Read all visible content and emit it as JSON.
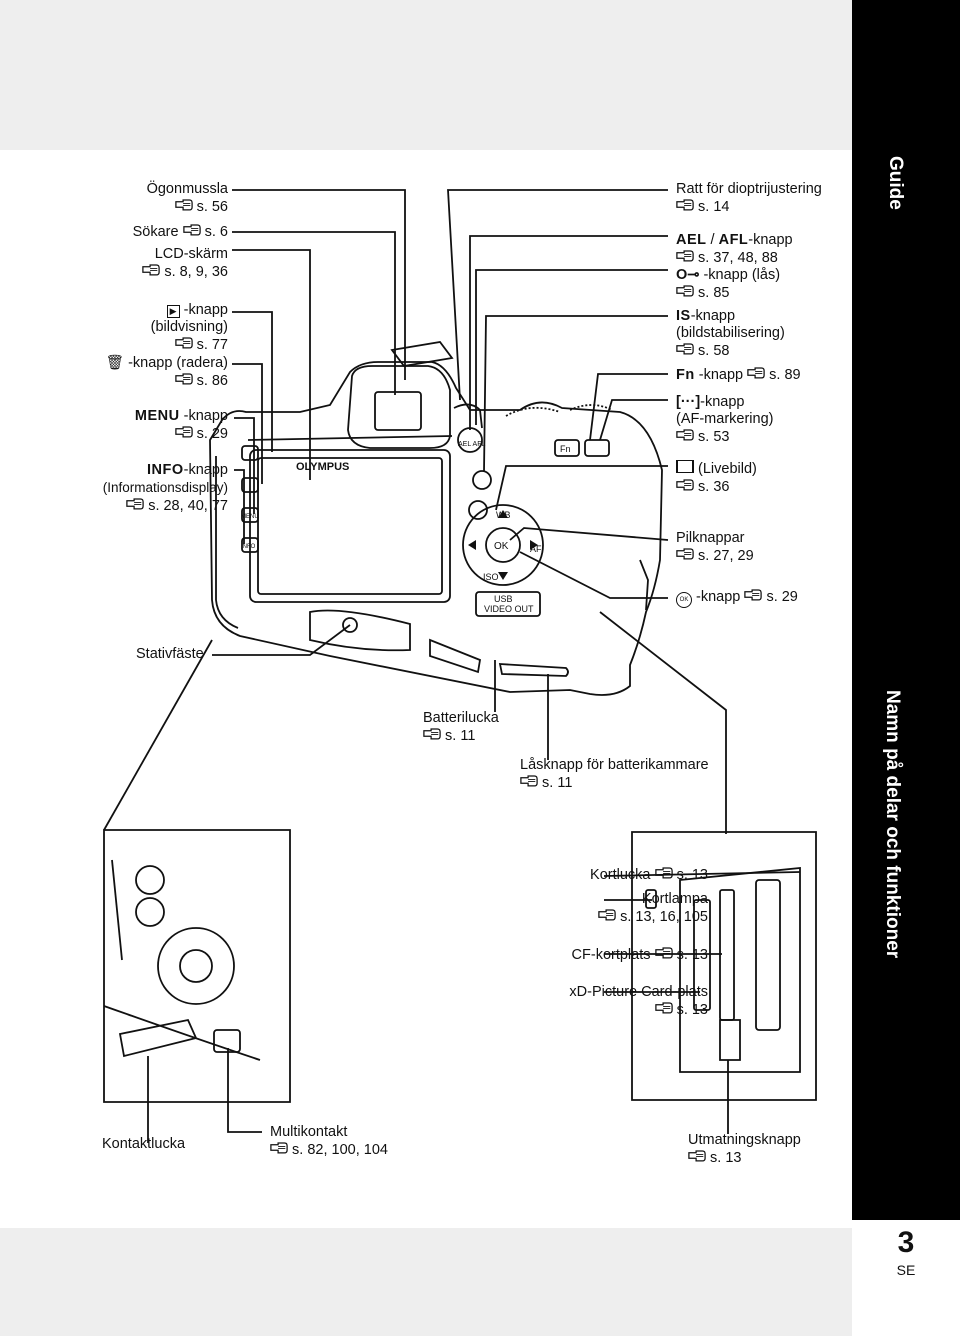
{
  "side_tabs": {
    "guide": "Guide",
    "section": "Namn på delar och funktioner"
  },
  "ref_icon": "hand-pointer-icon",
  "left_labels": {
    "ogonmussla": "Ögonmussla",
    "ogonmussla_ref": "s. 56",
    "sokare": "Sökare",
    "sokare_ref": "s. 6",
    "lcd": "LCD-skärm",
    "lcd_ref": "s. 8, 9, 36",
    "play": "-knapp",
    "play_sub": "(bildvisning)",
    "play_ref": "s. 77",
    "erase": "-knapp (radera)",
    "erase_ref": "s. 86",
    "menu_word": "MENU",
    "menu": "-knapp",
    "menu_ref": "s. 29",
    "info_word": "INFO",
    "info": "-knapp",
    "info_sub": "(Informationsdisplay)",
    "info_ref": "s. 28, 40, 77",
    "stativ": "Stativfäste"
  },
  "right_labels": {
    "diopter": "Ratt för dioptrijustering",
    "diopter_ref": "s. 14",
    "ael": "AEL",
    "afl": "AFL",
    "ael_tail": "-knapp",
    "ael_ref": "s. 37, 48, 88",
    "lock": "-knapp (lås)",
    "lock_ref": "s. 85",
    "is_word": "IS",
    "is": "-knapp",
    "is_sub": "(bildstabilisering)",
    "is_ref": "s. 58",
    "fn_word": "Fn",
    "fn": "-knapp",
    "fn_ref": "s. 89",
    "af": "-knapp",
    "af_sub": "(AF-markering)",
    "af_ref": "s. 53",
    "live": "(Livebild)",
    "live_ref": "s. 36",
    "pil": "Pilknappar",
    "pil_ref": "s. 27, 29",
    "ok": "-knapp",
    "ok_ref": "s. 29"
  },
  "bottom_labels": {
    "batterilucka": "Batterilucka",
    "batterilucka_ref": "s. 11",
    "lasknapp": "Låsknapp för batterikammare",
    "lasknapp_ref": "s. 11",
    "kortlucka": "Kortlucka",
    "kortlucka_ref": "s. 13",
    "kortlampa": "Kortlampa",
    "kortlampa_ref": "s. 13, 16, 105",
    "cf": "CF-kortplats",
    "cf_ref": "s. 13",
    "xd": "xD-Picture Card-plats",
    "xd_ref": "s. 13",
    "kontakt": "Kontaktlucka",
    "multi": "Multikontakt",
    "multi_ref": "s. 82, 100, 104",
    "utmatning": "Utmatningsknapp",
    "utmatning_ref": "s. 13"
  },
  "camera_text": {
    "brand": "OLYMPUS",
    "usb": "USB",
    "video": "VIDEO OUT",
    "wb": "WB",
    "af": "AF",
    "iso": "ISO",
    "ok": "OK",
    "ael_afl": "AEL AFL",
    "fn": "Fn",
    "menu": "MENU",
    "info": "INFO"
  },
  "page": {
    "number": "3",
    "lang": "SE"
  }
}
